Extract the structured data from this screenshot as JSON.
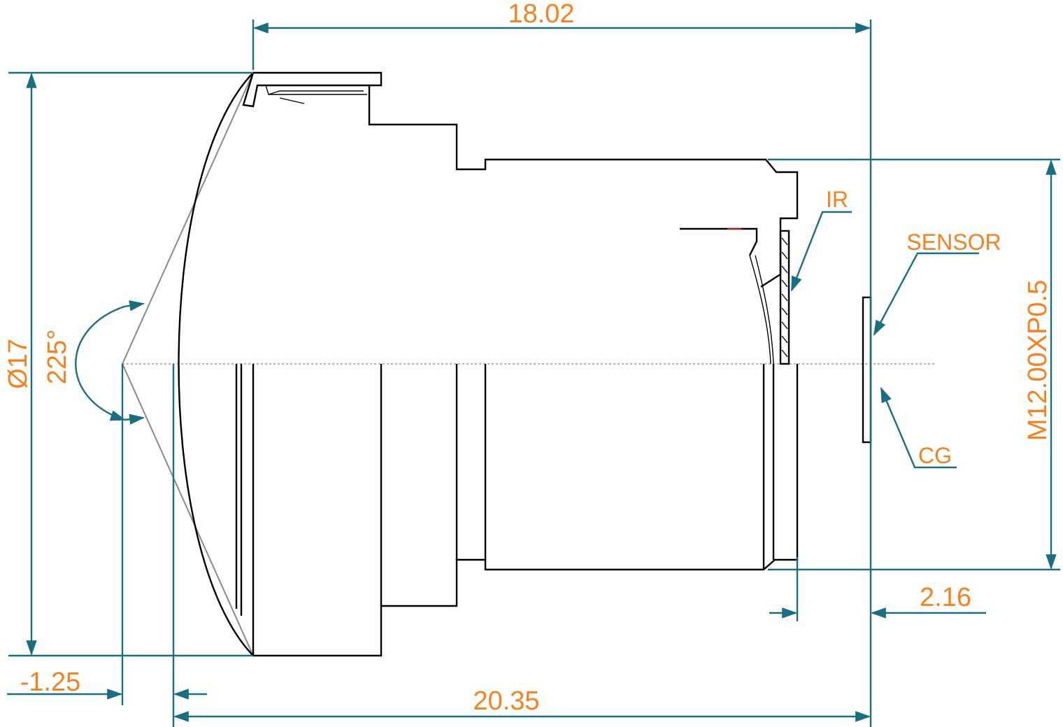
{
  "dimensions": {
    "total_length": "18.02",
    "diameter": "Ø17",
    "fov_angle": "225°",
    "thread": "M12.00XP0.5",
    "back_focal": "2.16",
    "front_offset": "-1.25",
    "optical_length": "20.35"
  },
  "callouts": {
    "ir": "IR",
    "sensor": "SENSOR",
    "cg": "CG"
  },
  "colors": {
    "dimension_line": "#1a6e80",
    "label": "#f5821f",
    "outline": "#000000",
    "fov_lines": "#8a8a8a"
  }
}
